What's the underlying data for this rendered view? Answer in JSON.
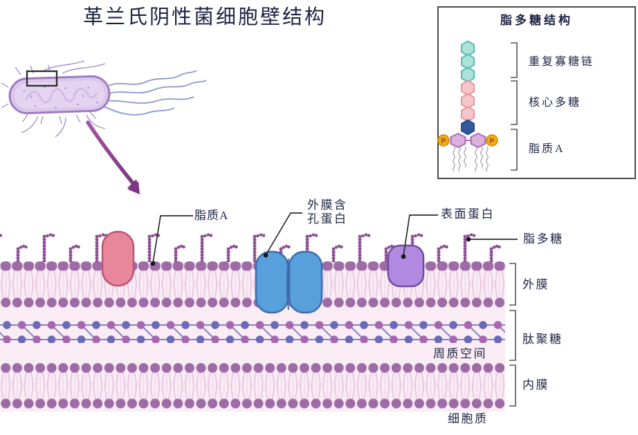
{
  "title": "革兰氏阴性菌细胞壁结构",
  "legend": {
    "title": "脂多糖结构",
    "phosphate": "P",
    "items": [
      {
        "label": "重复寡糖链",
        "color": "#abe2da"
      },
      {
        "label": "核心多糖",
        "color": "#f7c6c9"
      },
      {
        "label": "脂质A",
        "color": "#dcb0df"
      }
    ]
  },
  "callouts": {
    "lipid_a": "脂质A",
    "porin_line1": "外膜含",
    "porin_line2": "孔蛋白",
    "surface_protein": "表面蛋白",
    "lipopolysaccharide": "脂多糖"
  },
  "layers": {
    "outer_membrane": "外膜",
    "peptidoglycan": "肽聚糖",
    "periplasmic_space": "周质空间",
    "inner_membrane": "内膜",
    "cytoplasm": "细胞质"
  },
  "colors": {
    "membrane_head": "#9d6ba5",
    "membrane_tail": "#e5c4de",
    "lps_bead": "#8d4f96",
    "peptidoglycan_blue": "#6a6ab9",
    "peptidoglycan_purple": "#a767b0",
    "porin_protein": "#58a0dc",
    "membrane_pink_protein": "#e8879c",
    "surface_protein": "#b289e1",
    "repeat_oligosaccharide_hex": "#abe2da",
    "core_polysaccharide_hex": "#f7c6c9",
    "lipid_a_hex": "#dcb0df",
    "inner_core_hex": "#305a9c",
    "phosphate_circle": "#f4a91c",
    "bacterium_body": "#dbc7ea",
    "arrow": "#8d4190",
    "periplasm_background": "#faecf5",
    "text": "#1d2342"
  }
}
